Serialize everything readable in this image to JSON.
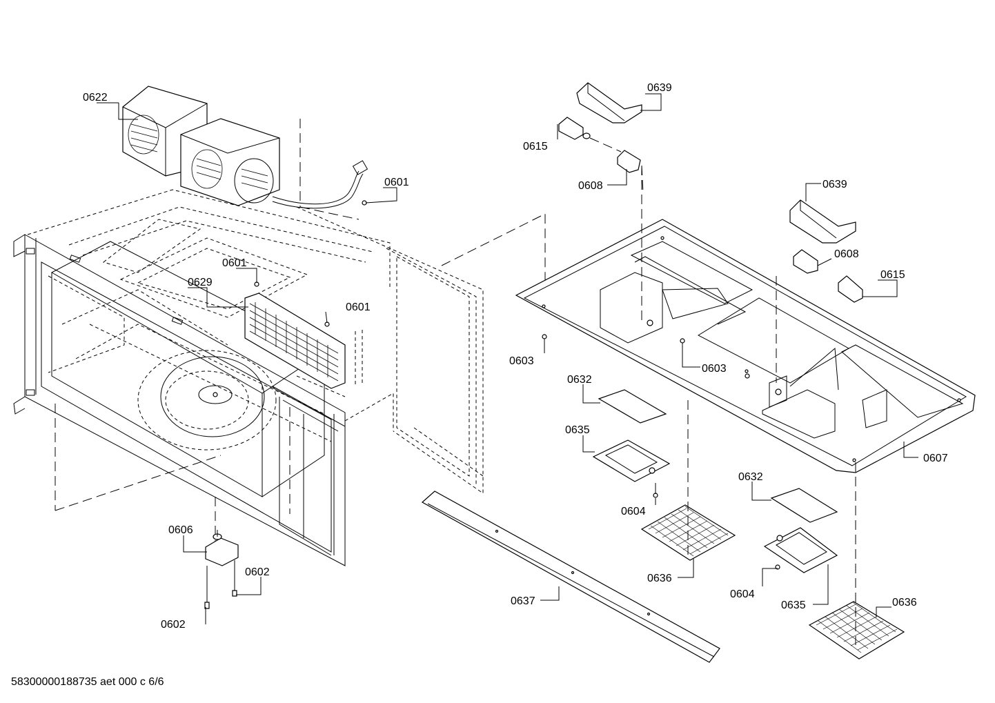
{
  "document_id": "58300000188735 aet 000 c 6/6",
  "part_labels": {
    "fan_motor_assembly": "0622",
    "screw_a": "0601",
    "screw_b": "0601",
    "screw_c": "0601",
    "air_guide_panel": "0629",
    "turntable_motor": "0606",
    "motor_screw_a": "0602",
    "motor_screw_b": "0602",
    "lamp_cover_top": "0639",
    "lamp_cover_mid": "0639",
    "bulb_top": "0615",
    "bulb_mid": "0615",
    "lamp_socket_top": "0608",
    "lamp_socket_mid": "0608",
    "screw_left_base": "0603",
    "screw_center_base": "0603",
    "bottom_plate": "0607",
    "glass_cover_left": "0632",
    "glass_cover_right": "0632",
    "lamp_holder_left": "0635",
    "lamp_holder_right": "0635",
    "holder_screw_left": "0604",
    "holder_screw_right": "0604",
    "grease_filter_left": "0636",
    "grease_filter_right": "0636",
    "front_trim_strip": "0637"
  }
}
